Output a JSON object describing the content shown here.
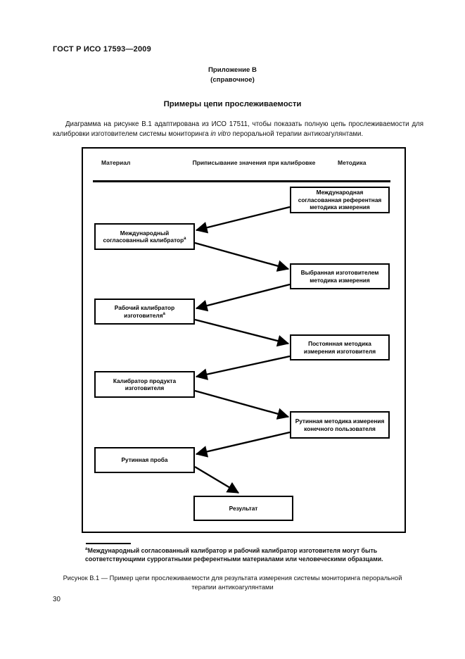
{
  "page": {
    "doc_number": "ГОСТ Р ИСО 17593—2009",
    "appendix_title": "Приложение В",
    "appendix_subtitle": "(справочное)",
    "section_title": "Примеры цепи прослеживаемости",
    "intro": {
      "before": "Диаграмма на рисунке В.1 адаптирована из ИСО 17511, чтобы показать полную цепь прослеживаемости для калибровки изготовителем системы мониторинга ",
      "italic": "in vitro",
      "after": " пероральной терапии антикоагулянтами."
    },
    "page_number": "30"
  },
  "diagram": {
    "column_headers": {
      "left": "Материал",
      "center": "Приписывание значения при калибровке",
      "right": "Методика"
    },
    "boxes": {
      "r1": {
        "label": "Международная согласованная референтная методика измерения"
      },
      "l1": {
        "label": "Международный согласованный калибратор",
        "sup": "а"
      },
      "r2": {
        "label": "Выбранная изготовителем методика измерения"
      },
      "l2": {
        "label": "Рабочий калибратор изготовителя",
        "sup": "а"
      },
      "r3": {
        "label": "Постоянная методика измерения изготовителя"
      },
      "l3": {
        "label": "Калибратор продукта изготовителя"
      },
      "r4": {
        "label": "Рутинная методика измерения конечного пользователя"
      },
      "l4": {
        "label": "Рутинная проба"
      },
      "result": {
        "label": "Результат"
      }
    }
  },
  "footnote": {
    "sup": "а",
    "text": "Международный согласованный калибратор и рабочий калибратор изготовителя могут быть соответствующими суррогатными референтными материалами или человеческими образцами."
  },
  "caption": "Рисунок В.1 — Пример цепи прослеживаемости для результата измерения системы мониторинга пероральной терапии антикоагулянтами"
}
